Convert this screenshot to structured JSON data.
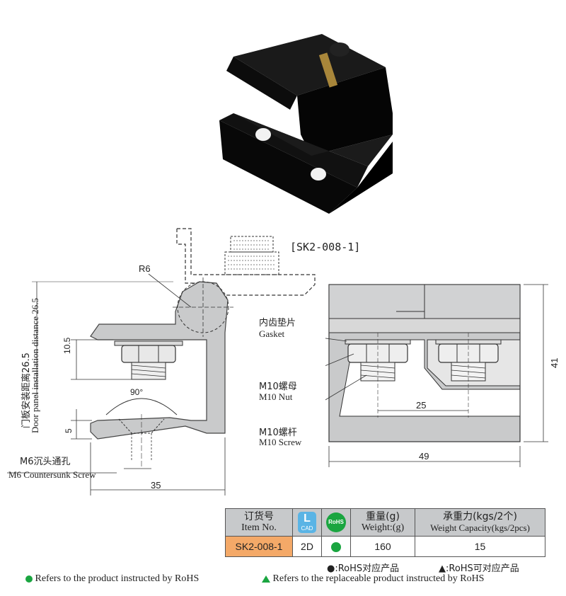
{
  "labels": {
    "model_tag": "[SK2-008-1]",
    "r6": "R6",
    "h_10_5": "10.5",
    "h_5": "5",
    "angle_90": "90°",
    "w_35": "35",
    "countersunk_cn": "M6沉头通孔",
    "countersunk_en": "M6 Countersunk Screw",
    "door_panel_cn": "门板安装距离26.5",
    "door_panel_en": "Door panel installation distance 26.5",
    "gasket_cn": "内齿垫片",
    "gasket_en": "Gasket",
    "nut_cn": "M10螺母",
    "nut_en": "M10 Nut",
    "screw_cn": "M10螺杆",
    "screw_en": "M10 Screw",
    "d_25": "25",
    "d_41": "41",
    "d_49": "49"
  },
  "table": {
    "item_no_cn": "订货号",
    "item_no_en": "Item No.",
    "cad_label": "CAD",
    "rohs_label": "RoHS",
    "weight_cn": "重量(g)",
    "weight_en": "Weight:(g)",
    "capacity_cn": "承重力(kgs/2个)",
    "capacity_en": "Weight Capacity(kgs/2pcs)",
    "item_no": "SK2-008-1",
    "cad": "2D",
    "weight": "160",
    "capacity": "15"
  },
  "legend": {
    "rohs_cn": "●:RoHS对应产品",
    "rohs_replace_cn": "▲:RoHS可对应产品",
    "rohs_en": "Refers to the product instructed by RoHS",
    "rohs_replace_en": "Refers to the replaceable product instructed by RoHS"
  },
  "colors": {
    "part_gray": "#c9cacb",
    "rohs_green": "#1aa540",
    "highlight_orange": "#f4a968",
    "header_gray": "#c7c9cb"
  }
}
